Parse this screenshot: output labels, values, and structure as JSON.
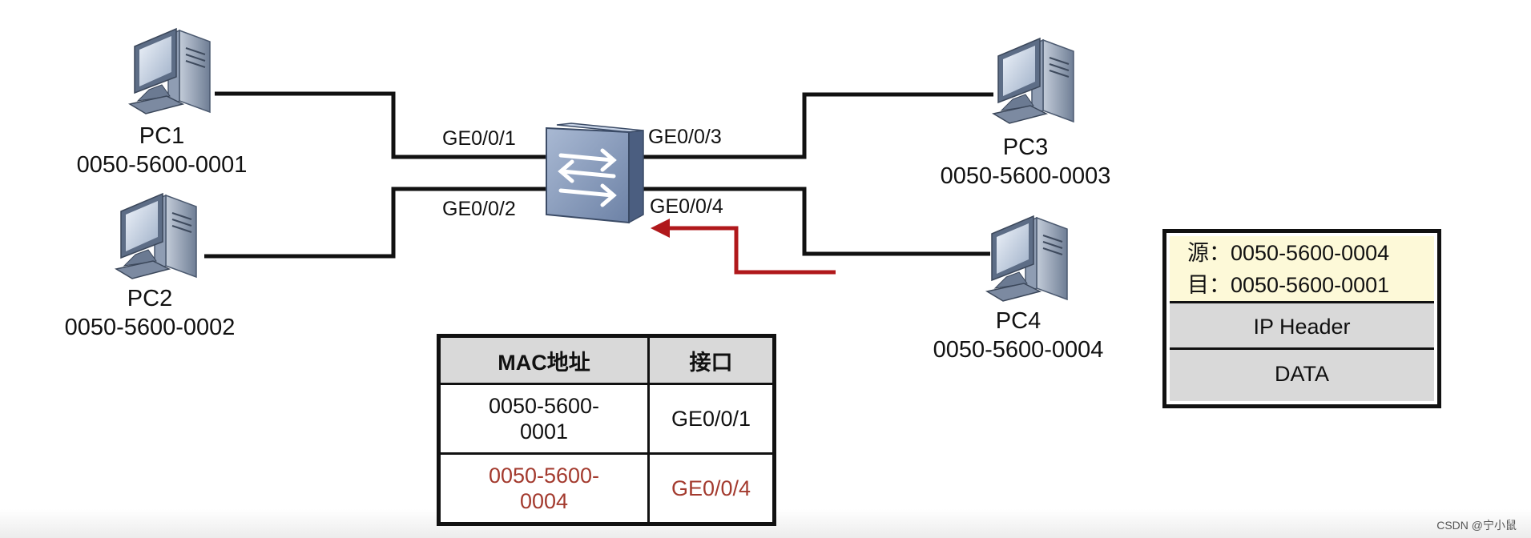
{
  "pcs": [
    {
      "name": "PC1",
      "mac": "0050-5600-0001"
    },
    {
      "name": "PC2",
      "mac": "0050-5600-0002"
    },
    {
      "name": "PC3",
      "mac": "0050-5600-0003"
    },
    {
      "name": "PC4",
      "mac": "0050-5600-0004"
    }
  ],
  "ports": [
    "GE0/0/1",
    "GE0/0/2",
    "GE0/0/3",
    "GE0/0/4"
  ],
  "mac_table": {
    "headers": [
      "MAC地址",
      "接口"
    ],
    "rows": [
      {
        "mac_line1": "0050-5600-",
        "mac_line2": "0001",
        "port": "GE0/0/1"
      },
      {
        "mac_line1": "0050-5600-",
        "mac_line2": "0004",
        "port": "GE0/0/4"
      }
    ]
  },
  "frame": {
    "src": "源：0050-5600-0004",
    "dst": "目：0050-5600-0001",
    "ip_header": "IP Header",
    "data": "DATA"
  },
  "colors": {
    "highlight": "#a33a2e",
    "arrow": "#b0181b",
    "header_fill": "#d9d9d9",
    "address_fill": "#fdf9d8"
  },
  "watermark": "CSDN @宁小鼠"
}
